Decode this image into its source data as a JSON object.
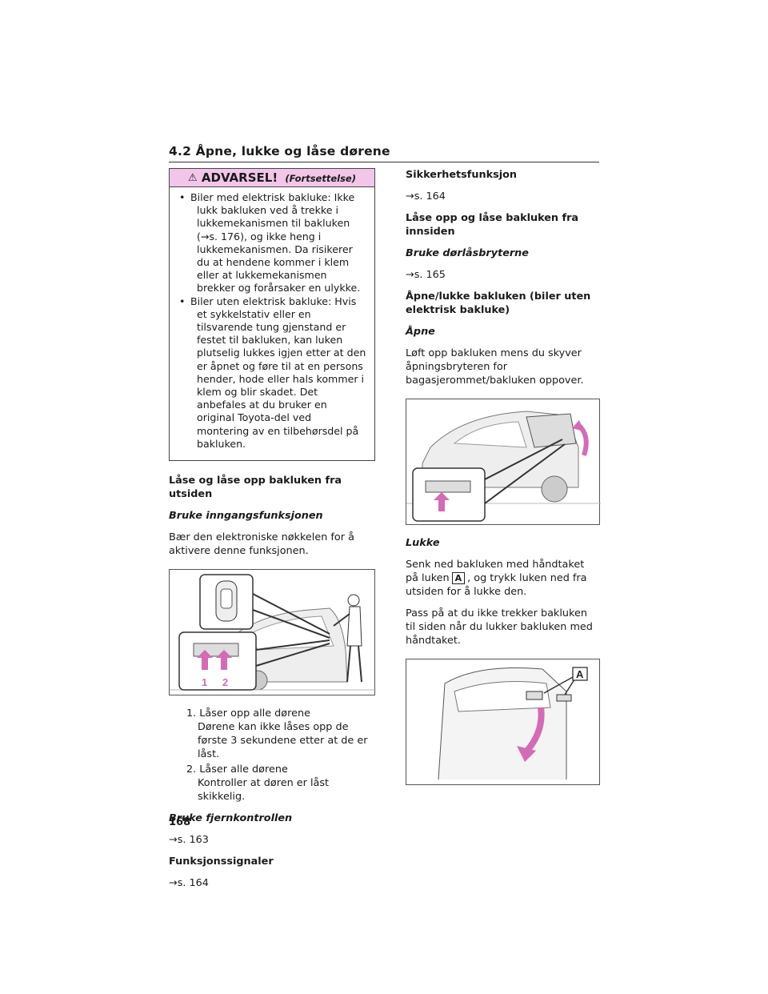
{
  "header": {
    "title": "4.2 Åpne, lukke og låse dørene"
  },
  "warning": {
    "title": "ADVARSEL!",
    "continued": "(Fortsettelse)",
    "bullets": [
      "Biler med elektrisk bakluke: Ikke lukk bakluken ved å trekke i lukkemekanismen til bakluken (→s. 176), og ikke heng i lukkemekanismen. Da risikerer du at hendene kommer i klem eller at lukkemekanismen brekker og forårsaker en ulykke.",
      "Biler uten elektrisk bakluke: Hvis et sykkelstativ eller en tilsvarende tung gjenstand er festet til bakluken, kan luken plutselig lukkes igjen etter at den er åpnet og føre til at en persons hender, hode eller hals kommer i klem og blir skadet. Det anbefales at du bruker en original Toyota-del ved montering av en tilbehørsdel på bakluken."
    ]
  },
  "left": {
    "h_outside": "Låse og låse opp bakluken fra utsiden",
    "h_entry": "Bruke inngangsfunksjonen",
    "p_entry": "Bær den elektroniske nøkkelen for å aktivere denne funksjonen.",
    "fig_labels": [
      "1",
      "2"
    ],
    "steps": [
      {
        "num": "1.",
        "text": "Låser opp alle dørene",
        "sub": "Dørene kan ikke låses opp de første 3 sekundene etter at de er låst."
      },
      {
        "num": "2.",
        "text": "Låser alle dørene",
        "sub": "Kontroller at døren er låst skikkelig."
      }
    ],
    "h_remote": "Bruke fjernkontrollen",
    "ref_remote": "→s. 163",
    "h_signals": "Funksjonssignaler",
    "ref_signals": "→s. 164"
  },
  "right": {
    "h_safety": "Sikkerhetsfunksjon",
    "ref_safety": "→s. 164",
    "h_inside": "Låse opp og låse bakluken fra innsiden",
    "h_switches": "Bruke dørlåsbryterne",
    "ref_switches": "→s. 165",
    "h_open_close": "Åpne/lukke bakluken (biler uten elektrisk bakluke)",
    "h_open": "Åpne",
    "p_open": "Løft opp bakluken mens du skyver åpningsbryteren for bagasjerommet/bakluken oppover.",
    "h_close": "Lukke",
    "p_close_a": "Senk ned bakluken med håndtaket på luken",
    "label_a": "A",
    "p_close_b": ", og trykk luken ned fra utsiden for å lukke den.",
    "p_close2": "Pass på at du ikke trekker bakluken til siden når du lukker bakluken med håndtaket.",
    "fig_label": "A"
  },
  "footer": {
    "page": "168"
  },
  "colors": {
    "accent_pink": "#f2c6e8",
    "figure_pink": "#d36bb5"
  }
}
